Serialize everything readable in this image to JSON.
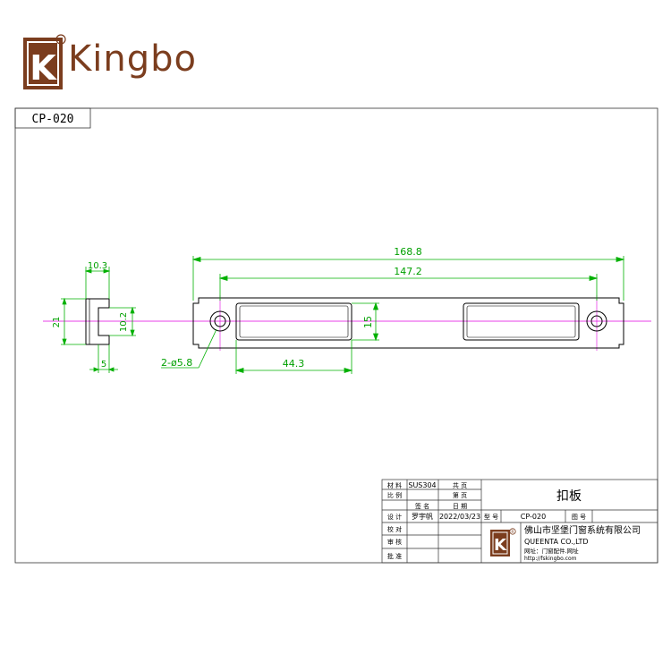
{
  "brand": {
    "name": "Kingbo",
    "text": "Kingbo",
    "logo_letter": "K",
    "registered_mark": "R",
    "color": "#7b3d1e"
  },
  "drawing": {
    "code": "CP-020",
    "line_color": "#000000",
    "dimension_color": "#00b000",
    "centerline_color": "#e000e0"
  },
  "dimensions": {
    "overall_length": "168.8",
    "hole_spacing": "147.2",
    "slot_height": "15",
    "slot_length": "44.3",
    "holes": "2-ø5.8",
    "side_width": "10.3",
    "side_height": "21",
    "side_inner": "10.2",
    "side_base": "5"
  },
  "title_block": {
    "material_label": "材 料",
    "material_value": "SUS304",
    "total_pages_label": "共    页",
    "scale_label": "比 例",
    "page_label": "第    页",
    "sign_label": "签 名",
    "date_label": "日 期",
    "design_label": "设 计",
    "designer": "罗宇帆",
    "design_date": "2022/03/23",
    "model_label": "型 号",
    "model_value": "CP-020",
    "drawing_no_label": "图 号",
    "part_name": "扣板",
    "check_label": "校 对",
    "review_label": "审 核",
    "approve_label": "批 准",
    "company_cn": "佛山市坚堡门窗系统有限公司",
    "company_en": "QUEENTA CO.,LTD",
    "company_tagline": "网址：门窗配件.网址",
    "website": "http://fskingbo.com",
    "logo_letter": "K",
    "registered_mark": "R"
  }
}
